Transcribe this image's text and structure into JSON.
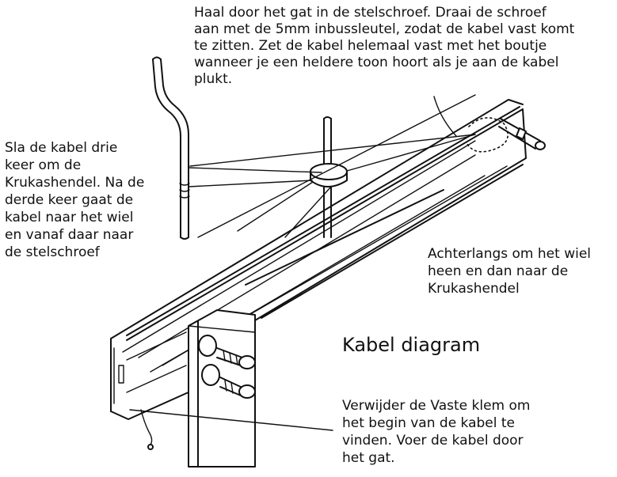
{
  "title": "Kabel diagram",
  "notes": {
    "top": [
      "Haal door het gat in de stelschroef. Draai de schroef",
      "aan met de 5mm inbussleutel, zodat de kabel vast komt",
      "te zitten. Zet de kabel helemaal vast met het boutje",
      "wanneer je een heldere toon hoort als je aan de kabel",
      "plukt."
    ],
    "left": [
      "Sla de kabel drie",
      "keer om de",
      "Krukashendel. Na de",
      "derde keer gaat de",
      "kabel naar het wiel",
      "en vanaf daar naar",
      "de stelschroef"
    ],
    "right": [
      "Achterlangs om het wiel",
      "heen en dan naar de",
      "Krukashendel"
    ],
    "bottom": [
      "Verwijder  de Vaste klem om",
      "het begin van de kabel te",
      "vinden. Voer de kabel door",
      "het gat."
    ]
  }
}
